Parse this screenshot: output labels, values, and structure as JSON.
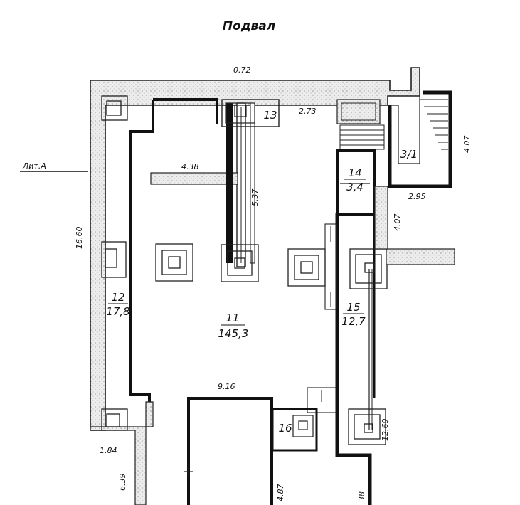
{
  "title": "Подвал",
  "section_label": "Лит.А",
  "dimensions": {
    "top_length": "0.72",
    "left_length": "16.60",
    "inner_top": "2.73",
    "beam": "4.38",
    "column_line": "5.37",
    "stair_height": "4.07",
    "stair_width": "2.95",
    "right_passage": "4.07",
    "bottom_span": "9.16",
    "bottom_left_small": "1.84",
    "bottom_left_height": "6.39",
    "bottom_mid_height": "4.87",
    "bottom_right_partial": "38",
    "right_column_line": "12.69"
  },
  "rooms": [
    {
      "id": "room-11",
      "number": "11",
      "area": "145,3"
    },
    {
      "id": "room-12",
      "number": "12",
      "area": "17,8"
    },
    {
      "id": "room-13",
      "number": "13",
      "area": ""
    },
    {
      "id": "room-14",
      "number": "14",
      "area": "3,4"
    },
    {
      "id": "room-15",
      "number": "15",
      "area": "12,7"
    },
    {
      "id": "room-16",
      "number": "16",
      "area": ""
    },
    {
      "id": "room-3-1",
      "number": "3/1",
      "area": ""
    }
  ]
}
